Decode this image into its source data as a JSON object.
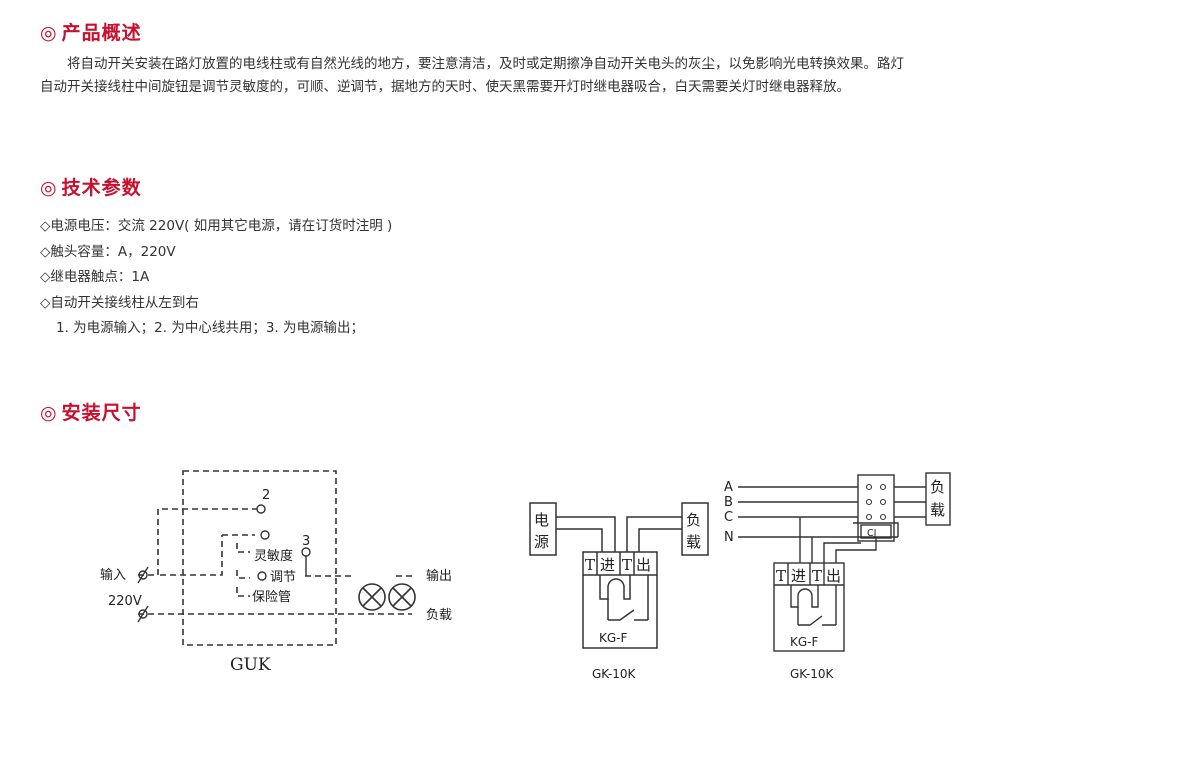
{
  "sections": {
    "overview": {
      "mark": "◎",
      "title": "产品概述"
    },
    "specs": {
      "mark": "◎",
      "title": "技术参数"
    },
    "install": {
      "mark": "◎",
      "title": "安装尺寸"
    }
  },
  "overview": {
    "line1": "将自动开关安装在路灯放置的电线柱或有自然光线的地方，要注意清洁，及时或定期擦净自动开关电头的灰尘，以免影响光电转换效果。路灯",
    "line2": "自动开关接线柱中间旋钮是调节灵敏度的，可顺、逆调节，据地方的天时、使天黑需要开灯时继电器吸合，白天需要关灯时继电器释放。"
  },
  "specs": [
    "◇电源电压：交流 220V( 如用其它电源，请在订货时注明 )",
    "◇触头容量：A，220V",
    "◇继电器触点：1A",
    "◇自动开关接线柱从左到右",
    "1. 为电源输入；2. 为中心线共用；3. 为电源输出；"
  ],
  "diagram_guk": {
    "label_input": "输入",
    "label_voltage": "220V",
    "label_output": "输出",
    "label_load": "负载",
    "label_sensitivity": "灵敏度",
    "label_adjust": "调节",
    "label_fuse": "保险管",
    "terminal_2": "2",
    "terminal_3": "3",
    "name": "GUK"
  },
  "diagram_single": {
    "source_1": "电",
    "source_2": "源",
    "load_1": "负",
    "load_2": "载",
    "t1": "T",
    "in": "进",
    "t2": "T",
    "out": "出",
    "device": "KG-F",
    "model": "GK-10K"
  },
  "diagram_three": {
    "phase_a": "A",
    "phase_b": "B",
    "phase_c": "C",
    "neutral": "N",
    "contactor": "CJ",
    "load_1": "负",
    "load_2": "载",
    "t1": "T",
    "in": "进",
    "t2": "T",
    "out": "出",
    "device": "KG-F",
    "model": "GK-10K"
  }
}
